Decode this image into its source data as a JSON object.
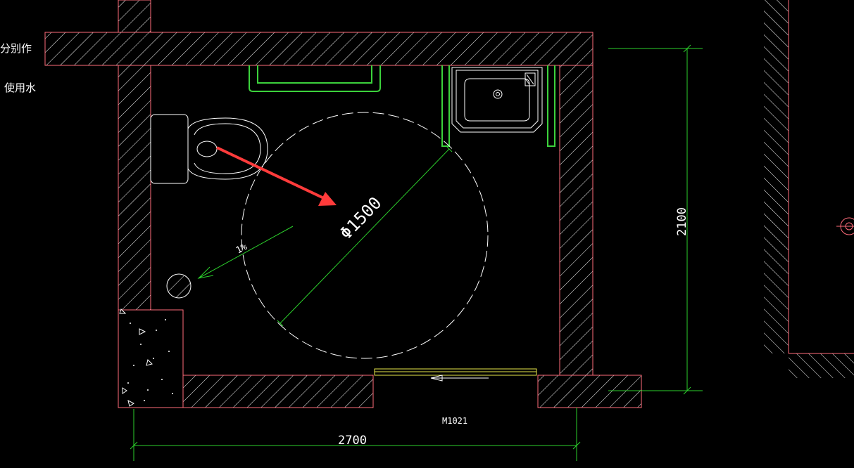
{
  "colors": {
    "background": "#000000",
    "wall_outline": "#ff6b7a",
    "hatch": "#ffffff",
    "fixture": "#ffffff",
    "grab_bar": "#3cd23c",
    "dimension": "#2ccf2c",
    "door": "#e8e84a",
    "arrow": "#ff3b3b"
  },
  "side_notes": [
    "分别作",
    "使用水"
  ],
  "turning_circle_label": "Φ1500",
  "slope_label": "1%",
  "door_label": "M1021",
  "dimensions": {
    "width": "2700",
    "height": "2100"
  },
  "icons": {
    "floor_drain": "floor-drain-icon",
    "toilet": "toilet-icon",
    "wash_basin": "wash-basin-icon",
    "pointer_arrow": "red-arrow-icon"
  }
}
